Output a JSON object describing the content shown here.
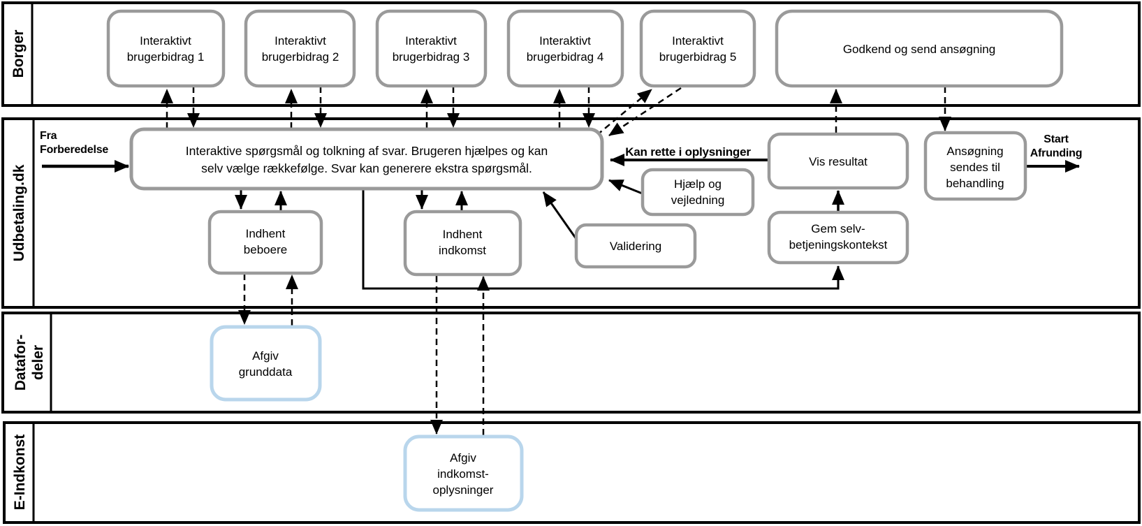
{
  "colors": {
    "background": "#ffffff",
    "lane_border": "#000000",
    "box_border": "#9a9a9a",
    "blue_box_border": "#b9d6ec",
    "arrow": "#000000",
    "text": "#000000"
  },
  "lanes": [
    {
      "label": "Borger"
    },
    {
      "label": "Udbetaling.dk"
    },
    {
      "label_lines": [
        "Datafor-",
        "deler"
      ]
    },
    {
      "label": "E-Indkonst"
    }
  ],
  "nodes": {
    "bidrag1": {
      "lines": [
        "Interaktivt",
        "brugerbidrag 1"
      ]
    },
    "bidrag2": {
      "lines": [
        "Interaktivt",
        "brugerbidrag 2"
      ]
    },
    "bidrag3": {
      "lines": [
        "Interaktivt",
        "brugerbidrag 3"
      ]
    },
    "bidrag4": {
      "lines": [
        "Interaktivt",
        "brugerbidrag 4"
      ]
    },
    "bidrag5": {
      "lines": [
        "Interaktivt",
        "brugerbidrag 5"
      ]
    },
    "godkend": {
      "label": "Godkend og send ansøgning"
    },
    "interaktive": {
      "lines": [
        "Interaktive spørgsmål og tolkning af svar. Brugeren hjælpes og kan",
        "selv vælge rækkefølge. Svar kan generere ekstra spørgsmål."
      ]
    },
    "indhent_beboere": {
      "lines": [
        "Indhent",
        "beboere"
      ]
    },
    "indhent_indkomst": {
      "lines": [
        "Indhent",
        "indkomst"
      ]
    },
    "hjaelp_vejledning": {
      "lines": [
        "Hjælp og",
        "vejledning"
      ]
    },
    "validering": {
      "label": "Validering"
    },
    "vis_resultat": {
      "label": "Vis resultat"
    },
    "gem_kontekst": {
      "lines": [
        "Gem selv-",
        "betjeningskontekst"
      ]
    },
    "ansoegning_behandling": {
      "lines": [
        "Ansøgning",
        "sendes til",
        "behandling"
      ]
    },
    "afgiv_grunddata": {
      "lines": [
        "Afgiv",
        "grunddata"
      ]
    },
    "afgiv_indkomst": {
      "lines": [
        "Afgiv",
        "indkomst-",
        "oplysninger"
      ]
    }
  },
  "annotations": {
    "fra": {
      "lines": [
        "Fra",
        "Forberedelse"
      ]
    },
    "kan_rette": {
      "label": "Kan rette i oplysninger"
    },
    "start": {
      "lines": [
        "Start",
        "Afrunding"
      ]
    }
  }
}
